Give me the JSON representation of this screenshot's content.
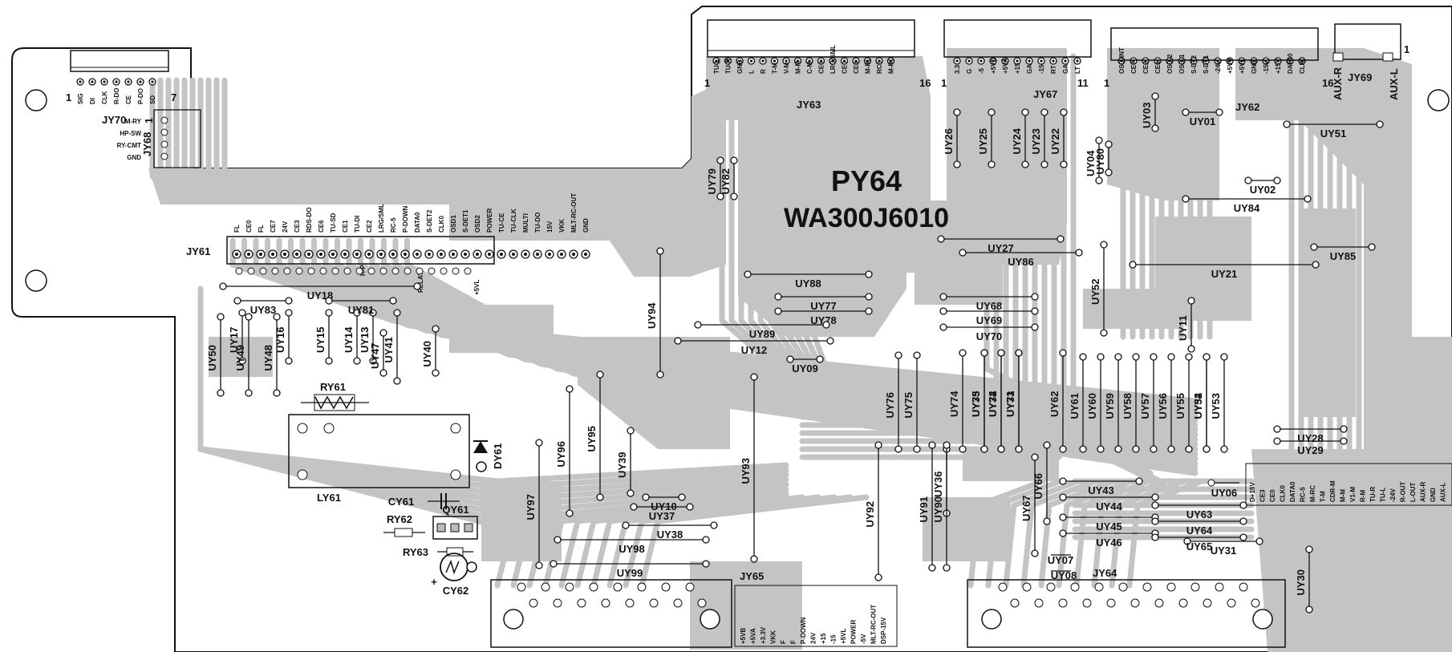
{
  "board": {
    "title": "PY64",
    "part_number": "WA300J6010"
  },
  "connectors": [
    {
      "name": "JY61",
      "pins": [
        "FL",
        "CE0",
        "FL",
        "CE7",
        "24V",
        "CE3",
        "RDS-DO",
        "CE6",
        "TU-SD",
        "CE1",
        "TU-DI",
        "CE2",
        "LRG/SML",
        "RC-5",
        "P-DOWN",
        "DATA0",
        "S-DET2",
        "CLK0",
        "OSD1",
        "S-DET1",
        "OSD2",
        "POWER",
        "TU-CE",
        "TU-CLK",
        "MULTI",
        "TU-DO",
        "15V",
        "VKK",
        "MLT-RC-OUT",
        "GND"
      ],
      "extras": [
        "H-P",
        "RELAY",
        "+5VL"
      ]
    },
    {
      "name": "JY70",
      "pins": [
        "SIG",
        "DI",
        "CLK",
        "R-DO",
        "CE",
        "P-DO",
        "SD"
      ],
      "first": "1",
      "last": "7"
    },
    {
      "name": "JY68",
      "pins": [
        "M-RY",
        "HP-SW",
        "RY-CMT",
        "GND"
      ],
      "first": "1"
    },
    {
      "name": "JY63",
      "pins": [
        "TU-L",
        "TU-R",
        "GND",
        "L",
        "R",
        "T-M",
        "V-M",
        "M-M",
        "C-M",
        "CE6",
        "LRG/SML",
        "CE0",
        "CE3",
        "M-RL",
        "RC5",
        "M-RC"
      ],
      "first": "1",
      "last": "16"
    },
    {
      "name": "JY67",
      "pins": [
        "3.3",
        "G",
        "-5",
        "+5VD",
        "+5VA",
        "+15",
        "GA",
        "-15",
        "RT",
        "GA",
        "LT"
      ],
      "first": "1",
      "last": "11"
    },
    {
      "name": "JY62",
      "pins": [
        "OSD-INT",
        "CE7",
        "CE2",
        "CE1",
        "OSD-2",
        "OSD-1",
        "S-DT2",
        "S-DT1",
        "-24V",
        "+5VV",
        "+5VL",
        "GND",
        "-15V",
        "+15V",
        "DATA0",
        "CLK0"
      ],
      "first": "1",
      "last": "16"
    },
    {
      "name": "JY69",
      "pins": [
        "AUX-R",
        "AUX-L"
      ],
      "first": "1"
    },
    {
      "name": "JY65",
      "pins": [
        "+5VB",
        "+5VA",
        "+3.3V",
        "VKK",
        "F",
        "F",
        "P-DOWN",
        "24V",
        "+15",
        "-15",
        "+5VL",
        "POWER",
        "-5V",
        "MLT-RC-OUT",
        "DSP-15V"
      ]
    },
    {
      "name": "JY64",
      "pins": [
        "D+15V",
        "CE3",
        "CE0",
        "CLK0",
        "DATA0",
        "RC-5",
        "M-RC",
        "T-M",
        "CDR-M",
        "M-M",
        "V1-M",
        "R-M",
        "TU-R",
        "TU-L",
        "-24V",
        "R-OUT",
        "L-OUT",
        "AUX-R",
        "GND",
        "AUX-L"
      ]
    }
  ],
  "parts": [
    "RY61",
    "LY61",
    "DY61",
    "CY61",
    "QY61",
    "RY62",
    "RY63",
    "CY62",
    "UY06",
    "UY07",
    "UY08"
  ],
  "labels_polarity": "+",
  "jumpers": [
    "UY01",
    "UY02",
    "UY03",
    "UY04",
    "UY09",
    "UY10",
    "UY11",
    "UY12",
    "UY13",
    "UY14",
    "UY15",
    "UY16",
    "UY17",
    "UY18",
    "UY21",
    "UY22",
    "UY23",
    "UY24",
    "UY25",
    "UY26",
    "UY27",
    "UY28",
    "UY29",
    "UY30",
    "UY31",
    "UY32",
    "UY33",
    "UY34",
    "UY35",
    "UY36",
    "UY37",
    "UY38",
    "UY39",
    "UY40",
    "UY41",
    "UY43",
    "UY44",
    "UY45",
    "UY46",
    "UY47",
    "UY48",
    "UY49",
    "UY50",
    "UY51",
    "UY52",
    "UY53",
    "UY54",
    "UY55",
    "UY56",
    "UY57",
    "UY58",
    "UY59",
    "UY60",
    "UY61",
    "UY62",
    "UY63",
    "UY64",
    "UY65",
    "UY66",
    "UY67",
    "UY68",
    "UY69",
    "UY70",
    "UY71",
    "UY72",
    "UY73",
    "UY74",
    "UY75",
    "UY76",
    "UY77",
    "UY78",
    "UY79",
    "UY80",
    "UY81",
    "UY82",
    "UY83",
    "UY84",
    "UY85",
    "UY86",
    "UY88",
    "UY89",
    "UY90",
    "UY91",
    "UY92",
    "UY93",
    "UY94",
    "UY95",
    "UY96",
    "UY97",
    "UY98",
    "UY99"
  ]
}
